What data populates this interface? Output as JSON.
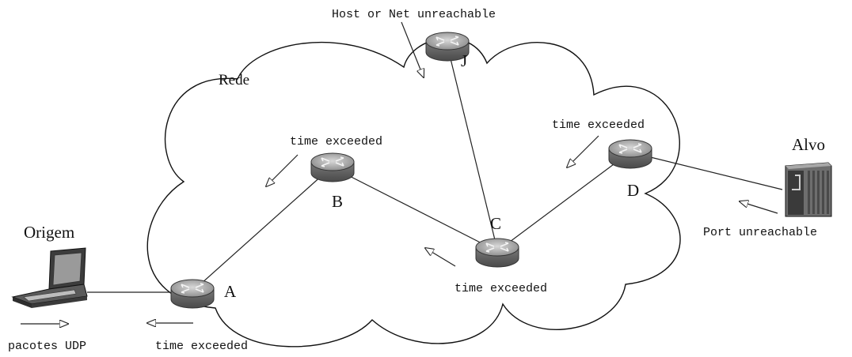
{
  "cloud_label": "Rede",
  "hosts": {
    "origin": "Origem",
    "target": "Alvo"
  },
  "routers": {
    "a": "A",
    "b": "B",
    "c": "C",
    "d": "D",
    "j": "J"
  },
  "messages": {
    "host_net_unreachable": "Host or Net unreachable",
    "time_exceeded_b": "time exceeded",
    "time_exceeded_d": "time exceeded",
    "time_exceeded_c": "time exceeded",
    "time_exceeded_a": "time exceeded",
    "port_unreachable": "Port unreachable",
    "udp_packets": "pacotes UDP"
  }
}
